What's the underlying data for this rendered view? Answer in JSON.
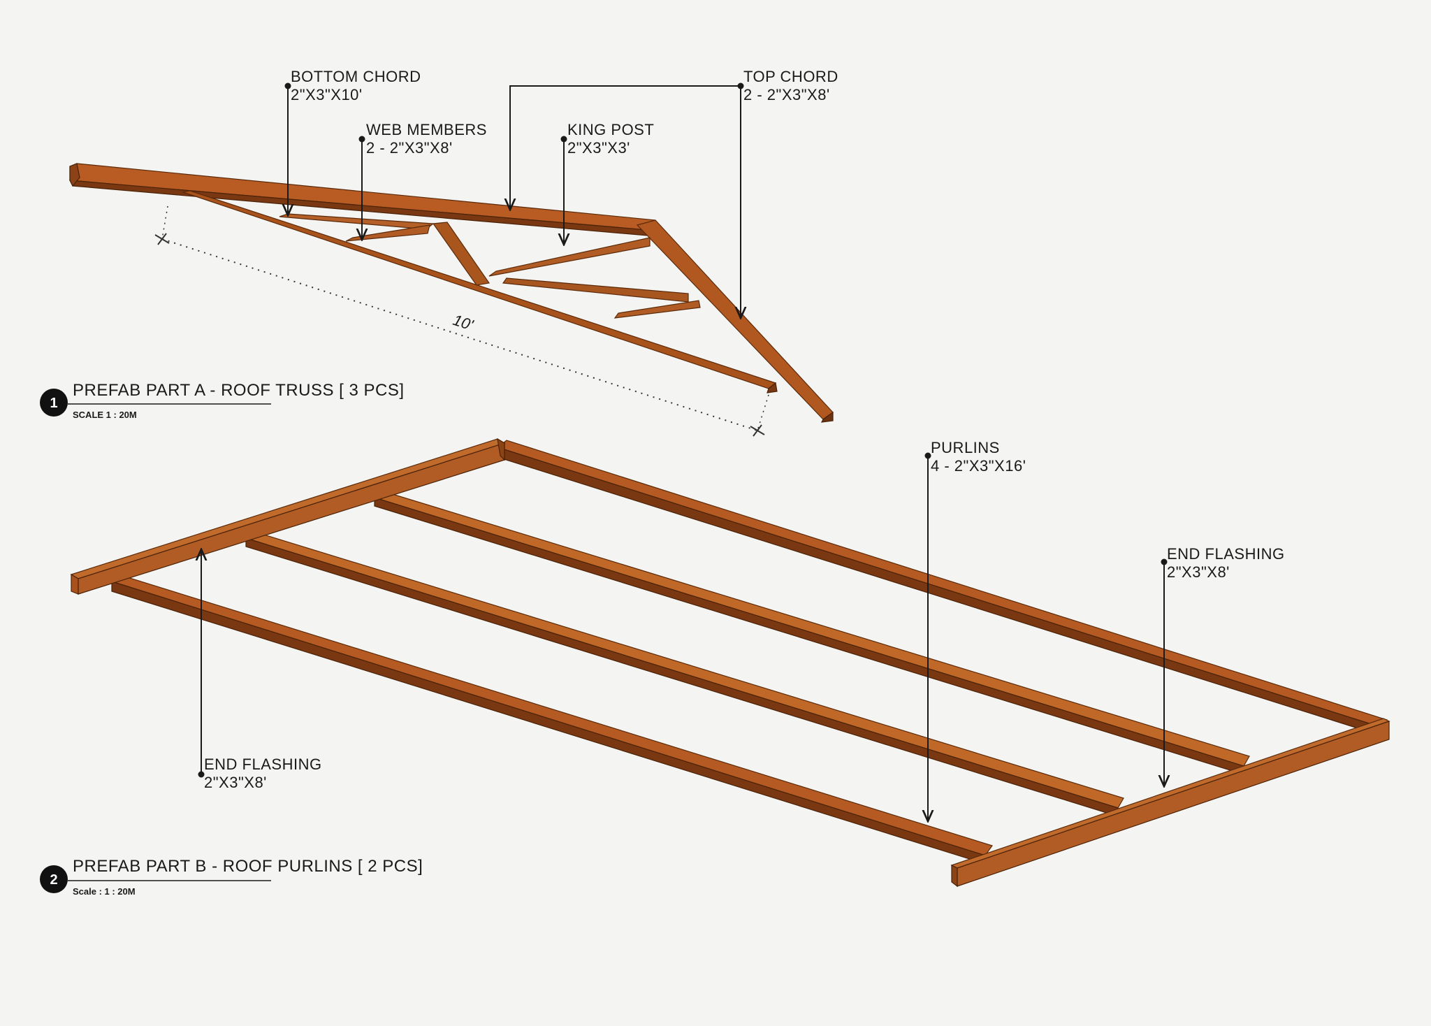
{
  "labels": {
    "bottom_chord": {
      "name": "BOTTOM CHORD",
      "size": "2\"X3\"X10'"
    },
    "web_members": {
      "name": "WEB MEMBERS",
      "size": "2 - 2\"X3\"X8'"
    },
    "king_post": {
      "name": "KING POST",
      "size": "2\"X3\"X3'"
    },
    "top_chord": {
      "name": "TOP CHORD",
      "size": "2 - 2\"X3\"X8'"
    },
    "purlins": {
      "name": "PURLINS",
      "size": "4 - 2\"X3\"X16'"
    },
    "end_flashing_right": {
      "name": "END FLASHING",
      "size": "2\"X3\"X8'"
    },
    "end_flashing_left": {
      "name": "END FLASHING",
      "size": "2\"X3\"X8'"
    }
  },
  "dimension": {
    "truss_span": "10'"
  },
  "views": [
    {
      "number": "1",
      "title": "PREFAB PART A - ROOF TRUSS [ 3 PCS]",
      "scale": "SCALE 1 : 20M"
    },
    {
      "number": "2",
      "title": "PREFAB PART B - ROOF PURLINS [ 2 PCS]",
      "scale": "Scale : 1 : 20M"
    }
  ],
  "colors": {
    "background": "#f4f4f2",
    "wood_top": "#b45a22",
    "wood_side": "#7a3812",
    "ink": "#1a1a1a"
  }
}
